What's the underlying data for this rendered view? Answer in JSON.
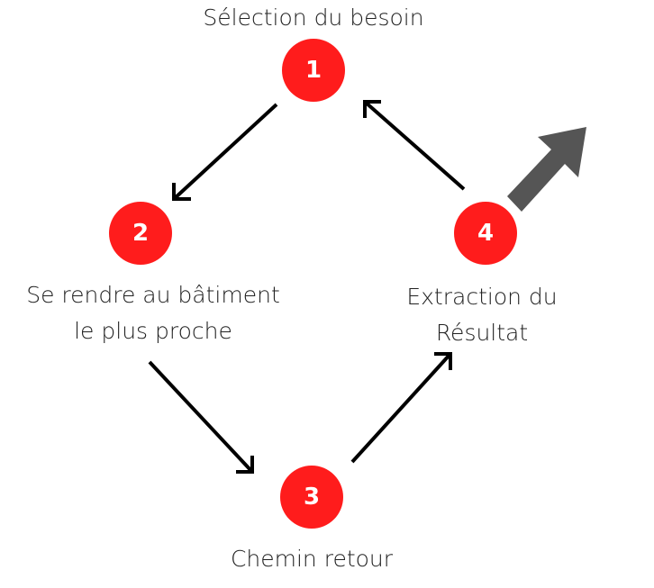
{
  "colors": {
    "node_fill": "#ff1c1c",
    "node_text": "#ffffff",
    "arrow": "#000000",
    "big_arrow": "#555555",
    "label_text": "#222222"
  },
  "steps": [
    {
      "number": "1",
      "label_lines": [
        "Sélection du besoin"
      ]
    },
    {
      "number": "2",
      "label_lines": [
        "Se rendre au bâtiment",
        "le plus proche"
      ]
    },
    {
      "number": "3",
      "label_lines": [
        "Chemin retour"
      ]
    },
    {
      "number": "4",
      "label_lines": [
        "Extraction du",
        "Résultat"
      ]
    }
  ],
  "icons": {
    "cycle_arrow": "arrow-icon",
    "output_arrow": "thick-arrow-up-right-icon"
  }
}
